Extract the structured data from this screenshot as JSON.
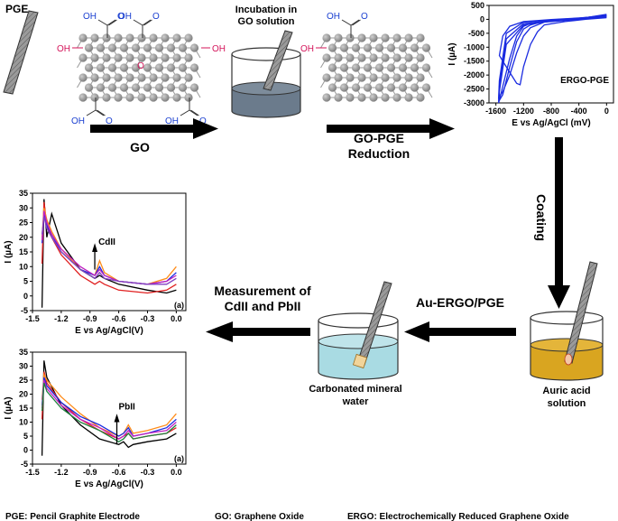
{
  "flow": {
    "pge_label": "PGE",
    "incubation_line1": "Incubation in",
    "incubation_line2": "GO solution",
    "step_go": "GO",
    "step_reduction_line1": "GO-PGE",
    "step_reduction_line2": "Reduction",
    "step_coating": "Coating",
    "auric_line1": "Auric acid",
    "auric_line2": "solution",
    "step_au_ergo": "Au-ERGO/PGE",
    "mineral_line1": "Carbonated mineral",
    "mineral_line2": "water",
    "measurement_line1": "Measurement of",
    "measurement_line2": "CdII and PbII"
  },
  "molecule": {
    "oh": "OH",
    "o": "O",
    "carboxyl_oh": "OH",
    "carboxyl_o": "O",
    "colors": {
      "carbon": "#8c8c8c",
      "oh": "#d4145a",
      "carboxyl": "#1a3fd0",
      "epoxy": "#d4145a"
    }
  },
  "legend": {
    "pge": "PGE: Pencil Graphite Electrode",
    "go": "GO: Graphene Oxide",
    "ergo": "ERGO: Electrochemically Reduced Graphene Oxide"
  },
  "colors": {
    "arrow": "#000000",
    "go_solution": "#6b7b8c",
    "mineral_water": "#a9dbe3",
    "auric_acid": "#d9a520",
    "electrode": "#8c8c8c",
    "cv_trace": "#1a2be0"
  },
  "chart_data": [
    {
      "type": "line",
      "label": "ERGO-PGE",
      "xlabel": "E vs Ag/AgCl (mV)",
      "ylabel": "I (µA)",
      "xlim": [
        -1700,
        100
      ],
      "ylim": [
        -3000,
        500
      ],
      "xticks": [
        "-1600",
        "-1200",
        "-800",
        "-400",
        "0"
      ],
      "yticks": [
        "500",
        "0",
        "-500",
        "-1000",
        "-1500",
        "-2000",
        "-2500",
        "-3000"
      ],
      "series": [
        {
          "color": "#1a2be0",
          "x": [
            0,
            -300,
            -600,
            -900,
            -1100,
            -1200,
            -1300,
            -1400,
            -1500,
            -1560,
            -1550,
            -1450,
            -1200,
            -800,
            -400,
            0
          ],
          "y": [
            120,
            60,
            0,
            -50,
            -150,
            -250,
            -600,
            -1400,
            -2400,
            -3000,
            -2600,
            -900,
            -200,
            -60,
            20,
            180
          ]
        },
        {
          "color": "#1a2be0",
          "x": [
            0,
            -300,
            -600,
            -900,
            -1100,
            -1200,
            -1300,
            -1400,
            -1500,
            -1560,
            -1550,
            -1450,
            -1200,
            -800,
            -400,
            0
          ],
          "y": [
            100,
            40,
            -20,
            -70,
            -200,
            -350,
            -800,
            -1700,
            -2700,
            -2950,
            -2400,
            -700,
            -150,
            -40,
            30,
            160
          ]
        },
        {
          "color": "#1a2be0",
          "x": [
            0,
            -300,
            -600,
            -900,
            -1100,
            -1200,
            -1300,
            -1400,
            -1500,
            -1560,
            -1550,
            -1450,
            -1200,
            -800,
            -400,
            0
          ],
          "y": [
            80,
            20,
            -40,
            -100,
            -300,
            -600,
            -1200,
            -2000,
            -2600,
            -2800,
            -2200,
            -500,
            -100,
            -20,
            40,
            140
          ]
        },
        {
          "color": "#1a2be0",
          "x": [
            0,
            -300,
            -600,
            -900,
            -1000,
            -1100,
            -1200,
            -1250,
            -1300,
            -1400,
            -1500,
            -1550,
            -1500,
            -1400,
            -1200,
            -800,
            -400,
            0
          ],
          "y": [
            60,
            0,
            -80,
            -200,
            -450,
            -900,
            -1700,
            -2350,
            -2300,
            -1900,
            -1500,
            -1300,
            -600,
            -250,
            -80,
            -10,
            50,
            120
          ]
        }
      ]
    },
    {
      "type": "line",
      "label": "CdII",
      "panel_tag": "(a)",
      "xlabel": "E vs Ag/AgCl(V)",
      "ylabel": "I (µA)",
      "xlim": [
        -1.5,
        0.1
      ],
      "ylim": [
        -5,
        35
      ],
      "xticks": [
        "-1.5",
        "-1.2",
        "-0.9",
        "-0.6",
        "-0.3",
        "0.0"
      ],
      "yticks": [
        "35",
        "30",
        "25",
        "20",
        "15",
        "10",
        "5",
        "0",
        "-5"
      ],
      "series": [
        {
          "color": "#000000",
          "x": [
            -1.4,
            -1.38,
            -1.35,
            -1.3,
            -1.2,
            -1.0,
            -0.85,
            -0.8,
            -0.75,
            -0.6,
            -0.3,
            -0.1,
            0.0
          ],
          "y": [
            -4,
            33,
            20,
            28,
            18,
            9,
            6,
            7,
            6,
            4,
            2,
            1,
            2
          ]
        },
        {
          "color": "#e02020",
          "x": [
            -1.4,
            -1.38,
            -1.35,
            -1.3,
            -1.2,
            -1.0,
            -0.85,
            -0.8,
            -0.75,
            -0.6,
            -0.3,
            -0.1,
            0.0
          ],
          "y": [
            11,
            32,
            24,
            20,
            14,
            7,
            4,
            5,
            4,
            2,
            1,
            2,
            4
          ]
        },
        {
          "color": "#ff8c1a",
          "x": [
            -1.4,
            -1.38,
            -1.35,
            -1.3,
            -1.2,
            -1.0,
            -0.85,
            -0.8,
            -0.75,
            -0.6,
            -0.3,
            -0.1,
            0.0
          ],
          "y": [
            20,
            30,
            26,
            22,
            16,
            9,
            7,
            12,
            8,
            5,
            4,
            6,
            10
          ]
        },
        {
          "color": "#1a2be0",
          "x": [
            -1.4,
            -1.38,
            -1.35,
            -1.3,
            -1.2,
            -1.0,
            -0.85,
            -0.8,
            -0.75,
            -0.6,
            -0.3,
            -0.1,
            0.0
          ],
          "y": [
            18,
            28,
            24,
            21,
            15,
            9,
            7,
            10,
            7,
            5,
            4,
            5,
            8
          ]
        },
        {
          "color": "#c020c0",
          "x": [
            -1.4,
            -1.38,
            -1.35,
            -1.3,
            -1.2,
            -1.0,
            -0.85,
            -0.8,
            -0.75,
            -0.6,
            -0.3,
            -0.1,
            0.0
          ],
          "y": [
            19,
            29,
            25,
            21,
            16,
            10,
            7,
            9,
            7,
            5,
            4,
            5,
            7
          ]
        },
        {
          "color": "#8040c0",
          "x": [
            -1.4,
            -1.38,
            -1.35,
            -1.3,
            -1.2,
            -1.0,
            -0.85,
            -0.8,
            -0.75,
            -0.6,
            -0.3,
            -0.1,
            0.0
          ],
          "y": [
            21,
            27,
            23,
            20,
            15,
            9,
            6,
            8,
            6,
            5,
            4,
            4,
            6
          ]
        }
      ]
    },
    {
      "type": "line",
      "label": "PbII",
      "panel_tag": "(a)",
      "xlabel": "E vs Ag/AgCl(V)",
      "ylabel": "I (µA)",
      "xlim": [
        -1.5,
        0.1
      ],
      "ylim": [
        -5,
        35
      ],
      "xticks": [
        "-1.5",
        "-1.2",
        "-0.9",
        "-0.6",
        "-0.3",
        "0.0"
      ],
      "yticks": [
        "35",
        "30",
        "25",
        "20",
        "15",
        "10",
        "5",
        "0",
        "-5"
      ],
      "series": [
        {
          "color": "#000000",
          "x": [
            -1.4,
            -1.38,
            -1.35,
            -1.2,
            -1.0,
            -0.8,
            -0.6,
            -0.55,
            -0.5,
            -0.45,
            -0.3,
            -0.1,
            0.0
          ],
          "y": [
            -2,
            32,
            26,
            16,
            9,
            4,
            2,
            3,
            1,
            2,
            3,
            4,
            6
          ]
        },
        {
          "color": "#e02020",
          "x": [
            -1.4,
            -1.38,
            -1.35,
            -1.2,
            -1.0,
            -0.8,
            -0.6,
            -0.55,
            -0.5,
            -0.45,
            -0.3,
            -0.1,
            0.0
          ],
          "y": [
            11,
            28,
            24,
            17,
            11,
            7,
            4,
            5,
            6,
            4,
            5,
            6,
            8
          ]
        },
        {
          "color": "#ff8c1a",
          "x": [
            -1.4,
            -1.38,
            -1.35,
            -1.2,
            -1.0,
            -0.8,
            -0.6,
            -0.55,
            -0.5,
            -0.45,
            -0.3,
            -0.1,
            0.0
          ],
          "y": [
            18,
            27,
            25,
            19,
            13,
            8,
            5,
            6,
            9,
            6,
            7,
            9,
            13
          ]
        },
        {
          "color": "#1a2be0",
          "x": [
            -1.4,
            -1.38,
            -1.35,
            -1.2,
            -1.0,
            -0.8,
            -0.6,
            -0.55,
            -0.5,
            -0.45,
            -0.3,
            -0.1,
            0.0
          ],
          "y": [
            16,
            26,
            23,
            17,
            12,
            9,
            5,
            6,
            8,
            5,
            6,
            8,
            11
          ]
        },
        {
          "color": "#c020c0",
          "x": [
            -1.4,
            -1.38,
            -1.35,
            -1.2,
            -1.0,
            -0.8,
            -0.6,
            -0.55,
            -0.5,
            -0.45,
            -0.3,
            -0.1,
            0.0
          ],
          "y": [
            15,
            25,
            22,
            16,
            11,
            8,
            4,
            5,
            7,
            5,
            6,
            7,
            10
          ]
        },
        {
          "color": "#208040",
          "x": [
            -1.4,
            -1.38,
            -1.35,
            -1.2,
            -1.0,
            -0.8,
            -0.6,
            -0.55,
            -0.5,
            -0.45,
            -0.3,
            -0.1,
            0.0
          ],
          "y": [
            14,
            24,
            21,
            15,
            10,
            7,
            3,
            4,
            6,
            4,
            5,
            6,
            9
          ]
        }
      ]
    }
  ]
}
